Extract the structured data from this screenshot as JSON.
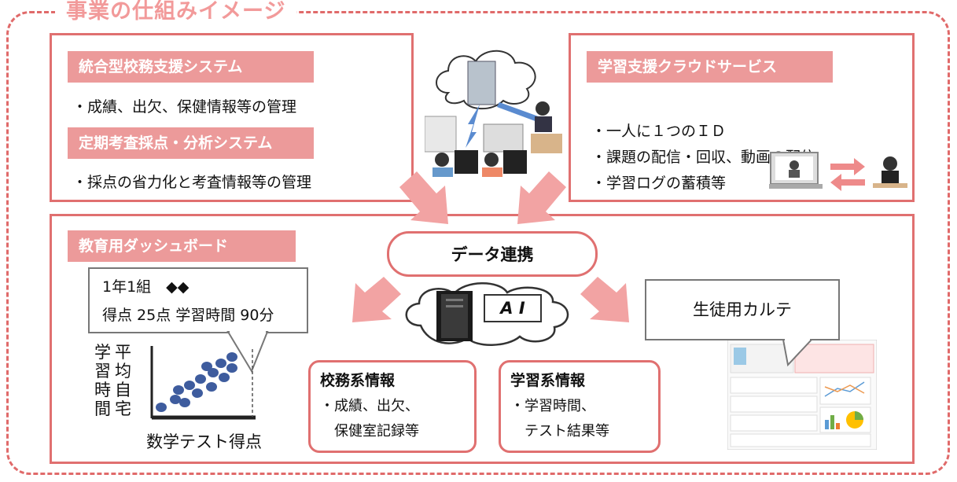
{
  "title": "事業の仕組みイメージ",
  "top_left": {
    "header1": "統合型校務支援システム",
    "item1": "・成績、出欠、保健情報等の管理",
    "header2": "定期考査採点・分析システム",
    "item2": "・採点の省力化と考査情報等の管理"
  },
  "top_right": {
    "header": "学習支援クラウドサービス",
    "items": [
      "・一人に１つのＩＤ",
      "・課題の配信・回収、動画の配信",
      "・学習ログの蓄積等"
    ]
  },
  "bottom": {
    "header": "教育用ダッシュボード",
    "data_link": "データ連携",
    "ai": "A I",
    "callout_line1": "1年1組　◆◆",
    "callout_line2": "得点 25点 学習時間 90分",
    "y_label_col1": "学習時間",
    "y_label_col2": "平均自宅",
    "x_label": "数学テスト得点",
    "admin_info": {
      "title": "校務系情報",
      "line1": "・成績、出欠、",
      "line2": "保健室記録等"
    },
    "learning_info": {
      "title": "学習系情報",
      "line1": "・学習時間、",
      "line2": "テスト結果等"
    },
    "karte": "生徒用カルテ"
  },
  "colors": {
    "accent": "#e07070",
    "header_fill": "#ec9a9a",
    "arrow": "#f0a0a0",
    "dot": "#3e5c9e"
  }
}
